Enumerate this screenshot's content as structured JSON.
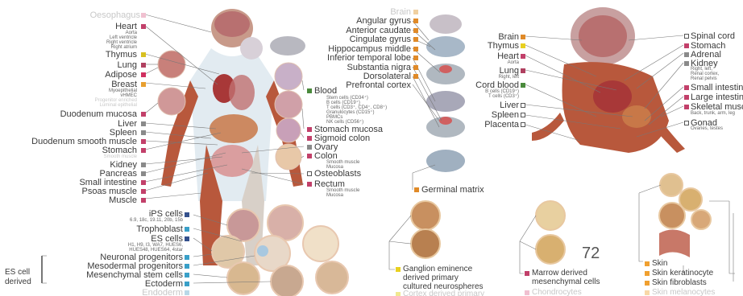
{
  "colors": {
    "heart": "#c2406a",
    "thymus": "#d8c020",
    "lung": "#b04060",
    "adipose": "#d03060",
    "breast": "#e8a030",
    "blood": "#4a8a3c",
    "gray": "#8a8a8a",
    "brain": "#e08a28",
    "teal": "#3aa0c8",
    "navy": "#34508c",
    "ltblue": "#78a8d8",
    "muscle_fill": "#b8583c",
    "brain_fill": "#c8a0a0",
    "skin": "#f0a030",
    "yellow": "#e8d020",
    "line": "#666666"
  },
  "left_panel": {
    "labels": [
      {
        "id": "oesophagus",
        "text": "Oesophagus",
        "faded": true
      },
      {
        "id": "heart",
        "text": "Heart",
        "subs": [
          "Aorta",
          "Left ventricle",
          "Right ventricle",
          "Right atrium"
        ]
      },
      {
        "id": "thymus",
        "text": "Thymus"
      },
      {
        "id": "lung",
        "text": "Lung"
      },
      {
        "id": "adipose",
        "text": "Adipose"
      },
      {
        "id": "breast",
        "text": "Breast",
        "subs": [
          "Myoepithelial",
          "vHMEC",
          "Progenitor enriched",
          "Luminal epithelial"
        ]
      },
      {
        "id": "duodenum_mucosa",
        "text": "Duodenum mucosa"
      },
      {
        "id": "liver",
        "text": "Liver"
      },
      {
        "id": "spleen",
        "text": "Spleen"
      },
      {
        "id": "duodenum_smooth",
        "text": "Duodenum smooth muscle"
      },
      {
        "id": "stomach",
        "text": "Stomach",
        "subs": [
          "Smooth muscle"
        ]
      },
      {
        "id": "kidney",
        "text": "Kidney"
      },
      {
        "id": "pancreas",
        "text": "Pancreas"
      },
      {
        "id": "small_intestine",
        "text": "Small intestine"
      },
      {
        "id": "psoas",
        "text": "Psoas muscle"
      },
      {
        "id": "muscle",
        "text": "Muscle"
      }
    ],
    "right_labels": [
      {
        "id": "blood",
        "text": "Blood",
        "subs": [
          "Stem cells (CD34⁺)",
          "B cells (CD19⁺)",
          "T cells (CD3⁺, CD4⁺, CD8⁺)",
          "Granulocytes (CD15⁺)",
          "PBMCs",
          "NK cells (CD56⁺)"
        ]
      },
      {
        "id": "stomach_mucosa",
        "text": "Stomach mucosa"
      },
      {
        "id": "sigmoid",
        "text": "Sigmoid colon"
      },
      {
        "id": "ovary",
        "text": "Ovary"
      },
      {
        "id": "colon",
        "text": "Colon",
        "subs": [
          "Smooth muscle",
          "Mucosa"
        ]
      },
      {
        "id": "osteoblasts",
        "text": "Osteoblasts"
      },
      {
        "id": "rectum",
        "text": "Rectum",
        "subs": [
          "Smooth muscle",
          "Mucosa"
        ]
      }
    ]
  },
  "brain_panel": {
    "labels": [
      {
        "id": "brain",
        "text": "Brain",
        "faded": true
      },
      {
        "id": "angular",
        "text": "Angular gyrus"
      },
      {
        "id": "anterior_caudate",
        "text": "Anterior caudate"
      },
      {
        "id": "cingulate",
        "text": "Cingulate gyrus"
      },
      {
        "id": "hippocampus",
        "text": "Hippocampus middle"
      },
      {
        "id": "inferior_temporal",
        "text": "Inferior temporal lobe"
      },
      {
        "id": "substantia",
        "text": "Substantia nigra"
      },
      {
        "id": "dorsolateral",
        "text": "Dorsolateral"
      },
      {
        "id": "prefrontal",
        "text": "Prefrontal cortex"
      }
    ],
    "germinal": "Germinal matrix"
  },
  "fetal_panel": {
    "left_labels": [
      {
        "id": "f_brain",
        "text": "Brain"
      },
      {
        "id": "f_thymus",
        "text": "Thymus"
      },
      {
        "id": "f_heart",
        "text": "Heart",
        "subs": [
          "Aorta"
        ]
      },
      {
        "id": "f_lung",
        "text": "Lung",
        "subs": [
          "Right, left"
        ]
      },
      {
        "id": "f_cord",
        "text": "Cord blood",
        "subs": [
          "B cells (CD19⁺)",
          "T cells (CD3⁺)"
        ]
      },
      {
        "id": "f_liver",
        "text": "Liver"
      },
      {
        "id": "f_spleen",
        "text": "Spleen"
      },
      {
        "id": "f_placenta",
        "text": "Placenta"
      }
    ],
    "right_labels": [
      {
        "id": "f_spinal",
        "text": "Spinal cord"
      },
      {
        "id": "f_stomach",
        "text": "Stomach"
      },
      {
        "id": "f_adrenal",
        "text": "Adrenal"
      },
      {
        "id": "f_kidney",
        "text": "Kidney",
        "subs": [
          "Right, left,",
          "Renal cortex,",
          "Renal pelvis"
        ]
      },
      {
        "id": "f_small",
        "text": "Small intestine"
      },
      {
        "id": "f_large",
        "text": "Large intestine"
      },
      {
        "id": "f_skeletal",
        "text": "Skeletal muscle",
        "subs": [
          "Back, trunk, arm, leg"
        ]
      },
      {
        "id": "f_gonad",
        "text": "Gonad",
        "subs": [
          "Ovaries, testes"
        ]
      }
    ]
  },
  "cell_panel": {
    "labels": [
      {
        "id": "ips",
        "text": "iPS cells",
        "subs": [
          "6.9, 18c, 19.11, 20b, 15b"
        ]
      },
      {
        "id": "trophoblast",
        "text": "Trophoblast"
      },
      {
        "id": "es",
        "text": "ES cells",
        "subs": [
          "H1, H9, I3, WA7, HUES6,",
          "HUES48, HUES64, 4star"
        ]
      },
      {
        "id": "neuronal",
        "text": "Neuronal progenitors"
      },
      {
        "id": "mesodermal",
        "text": "Mesodermal progenitors"
      },
      {
        "id": "msc",
        "text": "Mesenchymal stem cells"
      },
      {
        "id": "ectoderm",
        "text": "Ectoderm"
      },
      {
        "id": "endoderm",
        "text": "Endoderm",
        "faded": true
      }
    ],
    "group": "ES cell\nderived"
  },
  "neuro_panel": {
    "label": "Ganglion eminence\nderived primary\ncultured neurospheres",
    "faded": "Cortex derived primary"
  },
  "marrow_panel": {
    "label": "Marrow derived\nmesenchymal cells",
    "faded": "Chondrocytes",
    "page_number": "72"
  },
  "skin_panel": {
    "labels": [
      "Skin",
      "Skin keratinocyte",
      "Skin fibroblasts"
    ],
    "faded": "Skin melanocytes"
  }
}
